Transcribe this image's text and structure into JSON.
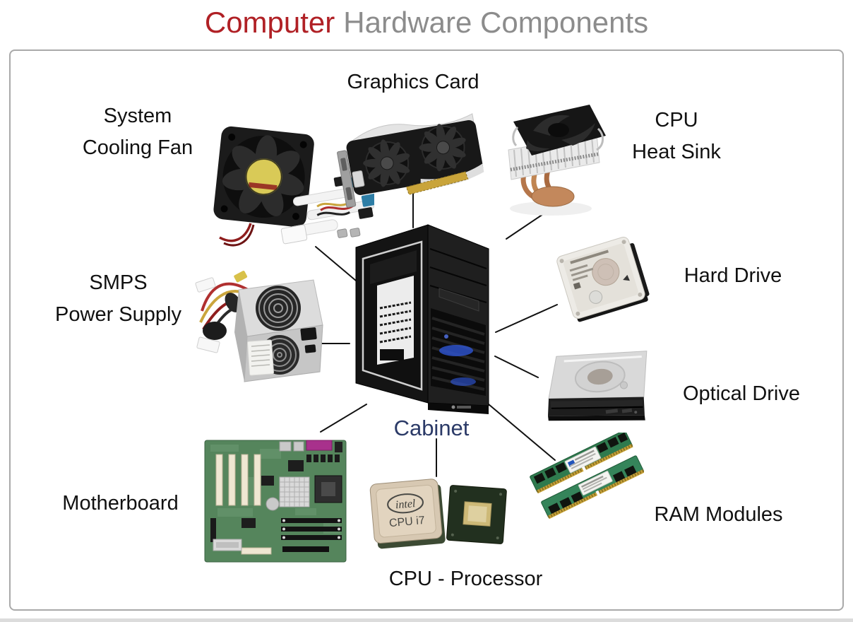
{
  "title": {
    "word_highlight": "Computer",
    "word_rest": "Hardware Components"
  },
  "cabinet": {
    "label": "Cabinet"
  },
  "components": {
    "graphics_card": {
      "label": "Graphics Card"
    },
    "cooling_fan": {
      "line1": "System",
      "line2": "Cooling Fan"
    },
    "heat_sink": {
      "line1": "CPU",
      "line2": "Heat Sink"
    },
    "hard_drive": {
      "label": "Hard Drive"
    },
    "optical_drive": {
      "label": "Optical Drive"
    },
    "smps": {
      "line1": "SMPS",
      "line2": "Power Supply"
    },
    "motherboard": {
      "label": "Motherboard"
    },
    "cpu_processor": {
      "label": "CPU - Processor"
    },
    "ram": {
      "label": "RAM Modules"
    }
  },
  "cpu_chip_text": {
    "brand": "intel",
    "model": "CPU i7"
  },
  "connections": [
    "cooling-fan",
    "graphics-card",
    "cpu-heat-sink",
    "smps-power-supply",
    "hard-drive",
    "optical-drive",
    "motherboard",
    "cpu-processor",
    "ram-modules"
  ],
  "colors": {
    "title_highlight": "#B02025",
    "title_rest": "#8C8C8C",
    "label_text": "#111111",
    "cabinet_label": "#2B3A67",
    "frame_border": "#A9A9A9",
    "connector_line": "#111111",
    "cabinet_glow": "#2E55D4"
  }
}
